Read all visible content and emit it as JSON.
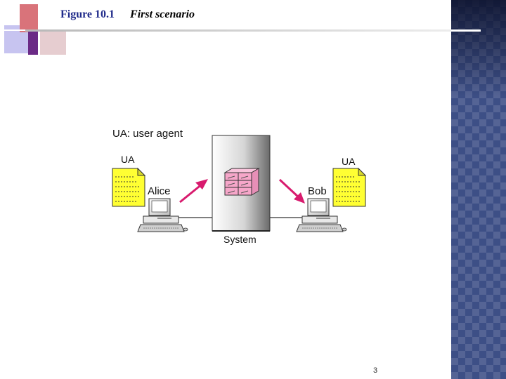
{
  "header": {
    "figure_label": "Figure 10.1",
    "figure_title": "First scenario"
  },
  "diagram": {
    "legend": "UA: user agent",
    "left_ua_label": "UA",
    "right_ua_label": "UA",
    "left_user": "Alice",
    "right_user": "Bob",
    "system_label": "System",
    "colors": {
      "document": "#ffff33",
      "arrow": "#d81b6e",
      "mailbox": "#f6a6c9",
      "system_box": "#c9c9c9"
    }
  },
  "footer": {
    "page_number": "3"
  }
}
